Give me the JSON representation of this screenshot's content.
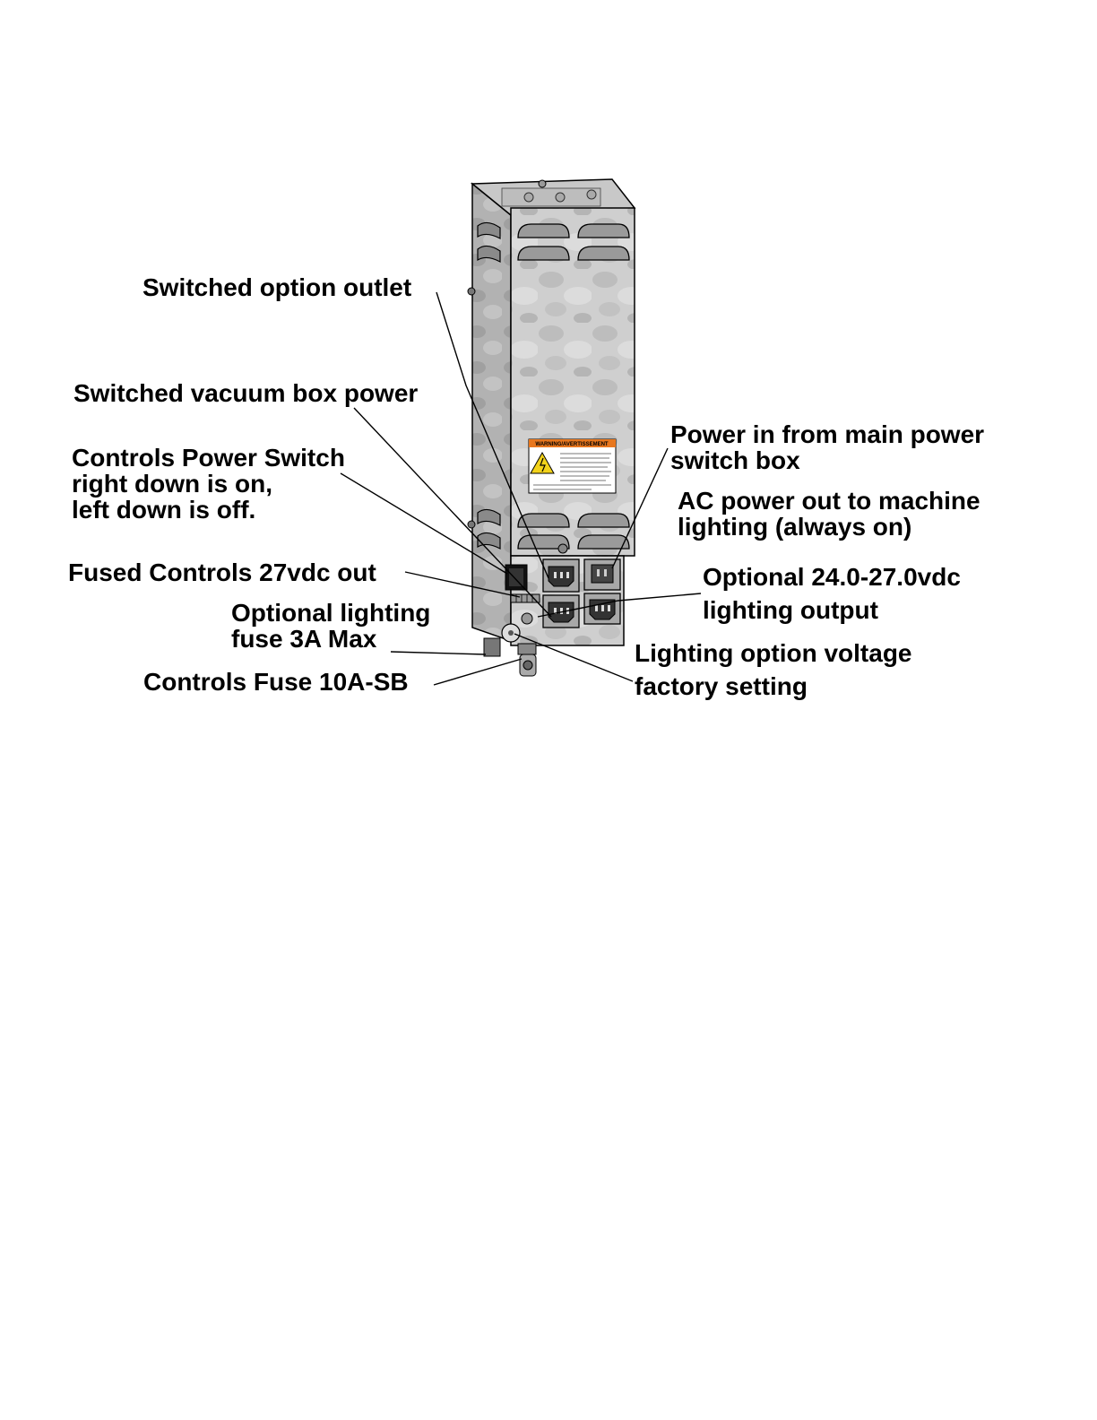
{
  "callouts": {
    "switched_option_outlet": "Switched option outlet",
    "switched_vacuum_box_power": "Switched vacuum box power",
    "controls_power_switch": [
      "Controls Power Switch",
      "right down is on,",
      "left down is off."
    ],
    "fused_controls_out": "Fused Controls 27vdc out",
    "optional_lighting_fuse": [
      "Optional lighting",
      "fuse 3A Max"
    ],
    "controls_fuse": "Controls Fuse 10A-SB",
    "power_in": [
      "Power in from main power",
      "switch box"
    ],
    "ac_power_out": [
      "AC power out to machine",
      "lighting (always on)"
    ],
    "optional_lighting_output": [
      "Optional 24.0-27.0vdc",
      "lighting output"
    ],
    "lighting_option_voltage": [
      "Lighting option voltage",
      "factory setting"
    ]
  },
  "warning_label": {
    "header": "WARNING/AVERTISSEMENT"
  },
  "colors": {
    "galvanized_light": "#d4d4d4",
    "galvanized_mid": "#b8b8b8",
    "galvanized_dark": "#8f8f8f",
    "warning_orange": "#e8771e",
    "warning_yellow": "#f2d21b"
  }
}
